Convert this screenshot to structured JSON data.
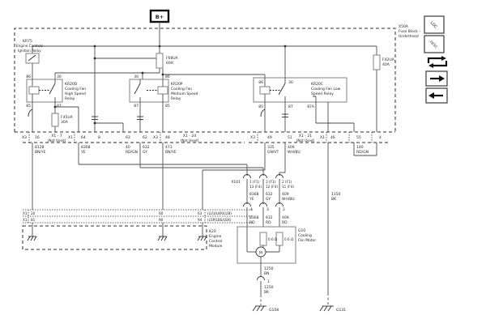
{
  "power": {
    "b_plus": "B+"
  },
  "fuse_block": {
    "title1": "X50A",
    "title2": "Fuse Block -",
    "title3": "Underhood"
  },
  "kr75": {
    "name": "KR75",
    "desc1": "Engine Controls",
    "desc2": "Ignition Relay"
  },
  "fuses": {
    "f68": {
      "name": "F68UA",
      "amps": "60A"
    },
    "f42": {
      "name": "F42UA",
      "amps": "40A"
    },
    "f45": {
      "name": "F45UA",
      "amps": "30A"
    }
  },
  "relays": {
    "high": {
      "name": "KR20D",
      "l1": "Cooling Fan",
      "l2": "High Speed",
      "l3": "Relay",
      "t86": "86",
      "t30": "30",
      "t85": "85",
      "t87": "87"
    },
    "med": {
      "name": "KR20P",
      "l1": "Cooling Fan",
      "l2": "Medium Speed",
      "l3": "Relay",
      "t30": "30",
      "t86": "86",
      "t87": "87",
      "t85": "85"
    },
    "low": {
      "name": "KR20C",
      "l1": "Cooling Fan Low",
      "l2": "Speed Relay",
      "t86": "86",
      "t30": "30",
      "t85": "85",
      "t87": "87",
      "t87a": "87A"
    }
  },
  "row": {
    "x3a": "X3",
    "p16": "16",
    "x1_7": "X1 - 7",
    "nu1": "(Not Used)",
    "x1a": "X1",
    "p64": "64",
    "p8": "8",
    "p63": "63",
    "p62": "62",
    "x3b": "X3",
    "p48": "48",
    "x1_24": "X1 - 24",
    "nu2": "(Not Used)",
    "x3c": "X3",
    "p49": "49",
    "p51": "51",
    "x1_21": "X1 - 21",
    "nu3": "(Not Used)",
    "x1b": "X1",
    "p46": "46",
    "p55": "55",
    "p4": "4"
  },
  "wires": {
    "w8128": {
      "l1": "8128",
      "l2": "BN/YE"
    },
    "w8368": {
      "l1": "8368",
      "l2": "YE"
    },
    "w40": {
      "l1": "40",
      "l2": "RD/GN"
    },
    "w632": {
      "l1": "632",
      "l2": "GY"
    },
    "w473": {
      "l1": "473",
      "l2": "BN/YE"
    },
    "w335": {
      "l1": "335",
      "l2": "GN/VT"
    },
    "w409": {
      "l1": "409",
      "l2": "WH/BU"
    },
    "w140": {
      "l1": "140",
      "l2": "RD/GN"
    },
    "w1150": {
      "l1": "1150",
      "l2": "BK"
    },
    "w8368rd": {
      "l1": "8368",
      "l2": "RD"
    },
    "w632rd": {
      "l1": "632",
      "l2": "RD"
    },
    "w409rd": {
      "l1": "409",
      "l2": "RD"
    },
    "w1250bn": {
      "l1": "1250",
      "l2": "BN"
    },
    "w1250bk": {
      "l1": "1250",
      "l2": "BK"
    }
  },
  "x101": {
    "name": "X101",
    "p1a": "1 (F1)",
    "p1b": "13 (F4)",
    "p2a": "3 (F1)",
    "p2b": "12 (F4)",
    "p3a": "2 (F1)",
    "p3b": "11 (F4)"
  },
  "fan_connector": {
    "p4": "4",
    "p3": "3",
    "p2": "2",
    "p1": "1"
  },
  "g10": {
    "name": "G10",
    "l1": "Cooling",
    "l2": "Fan Motor",
    "r1": "0.6 Ω",
    "r2": "0.6 Ω",
    "motor": "M"
  },
  "k20": {
    "x1": "X1",
    "r1p1": "20",
    "r1p2": "60",
    "r1p3": "63",
    "r2p1": "81",
    "r2p2": "90",
    "r2p3": "94",
    "note1": "(LU3/LKR/LUB)",
    "note2": "(LSP/LBS/LBX)",
    "n1": "K20",
    "n2": "Engine",
    "n3": "Control",
    "n4": "Module"
  },
  "grounds": {
    "g108": "G108",
    "g131": "G131"
  },
  "toolbar": {
    "loc": "LOC",
    "desc": "DESC"
  }
}
